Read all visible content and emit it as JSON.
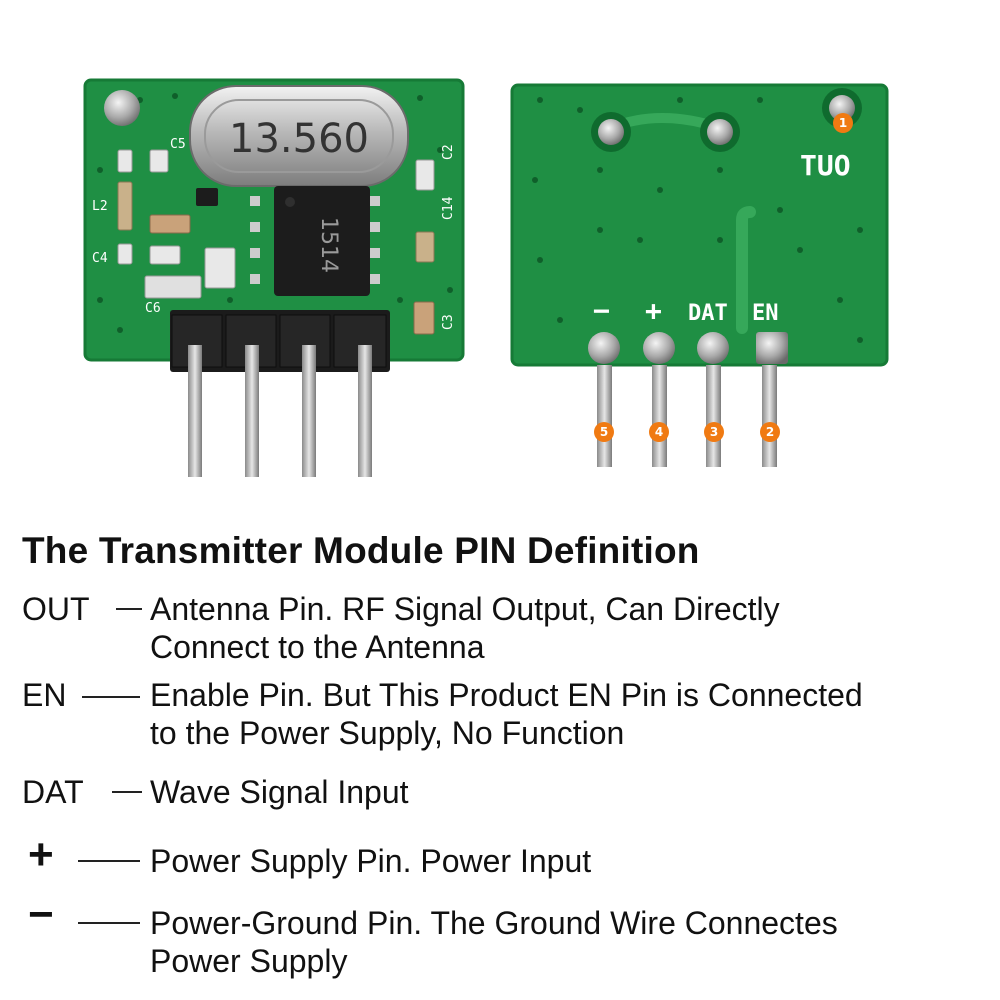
{
  "crystal_label": "13.560",
  "chip_label": "1514",
  "component_labels": {
    "c5": "C5",
    "c2": "C2",
    "c14": "C14",
    "l2": "L2",
    "c4": "C4",
    "c6": "C6",
    "c3": "C3"
  },
  "back_labels": {
    "out": "TUO",
    "minus": "−",
    "plus": "+",
    "dat": "DAT",
    "en": "EN"
  },
  "pin_badges": [
    "1",
    "5",
    "4",
    "3",
    "2"
  ],
  "colors": {
    "pcb_green": "#1f8f44",
    "pcb_edge": "#167a36",
    "badge_orange": "#f07a12",
    "pin_black": "#1b1b1b"
  },
  "heading": "The Transmitter Module PIN Definition",
  "pins": [
    {
      "label": "OUT",
      "desc": [
        "Antenna Pin. RF Signal Output, Can Directly",
        "Connect to the Antenna"
      ]
    },
    {
      "label": "EN",
      "desc": [
        "Enable Pin. But This Product EN Pin is Connected",
        "to the Power Supply, No Function"
      ]
    },
    {
      "label": "DAT",
      "desc": [
        "Wave Signal Input"
      ]
    },
    {
      "label": "+",
      "desc": [
        "Power Supply Pin. Power Input"
      ]
    },
    {
      "label": "−",
      "desc": [
        "Power-Ground Pin. The Ground Wire Connectes",
        "Power Supply"
      ]
    }
  ]
}
